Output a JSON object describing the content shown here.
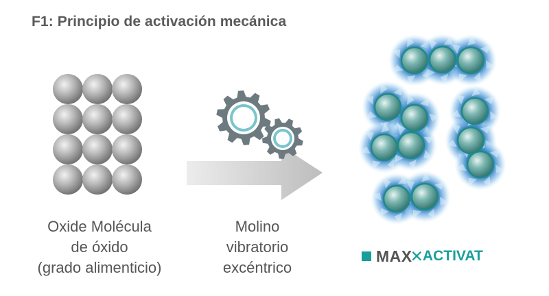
{
  "title": "F1: Principio de activación mecánica",
  "left_caption": {
    "line1": "Oxide Molécula",
    "line2": "de óxido",
    "line3": "(grado alimenticio)"
  },
  "middle_caption": {
    "line1": "Molino",
    "line2": "vibratorio",
    "line3": "excéntrico"
  },
  "logo": {
    "part1": "MAX",
    "part2": "ACTIVAT"
  },
  "colors": {
    "title": "#5a5a5a",
    "caption": "#555555",
    "logo_teal": "#179f9c",
    "gear_gray": "#6d7a80",
    "gear_ring": "#79c4cc",
    "arrow_gray": "#c9c9c9",
    "glow_blue": "#2a6fb3",
    "particle_teal": "#1f8a85"
  }
}
